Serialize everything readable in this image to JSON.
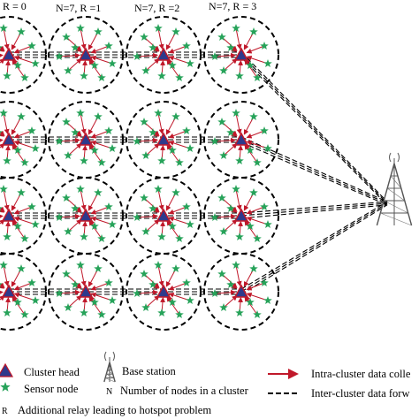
{
  "column_labels": [
    ", R = 0",
    "N=7, R =1",
    "N=7, R =2",
    "N=7, R = 3"
  ],
  "legend": {
    "cluster_head": "Cluster head",
    "sensor_node": "Sensor node",
    "base_station": "Base station",
    "n_letter": "N",
    "n_text": "Number of nodes in a cluster",
    "intra": "Intra-cluster data colle",
    "inter": "Inter-cluster data forw",
    "r_letter": "R",
    "relay": "Additional relay leading to hotspot problem"
  },
  "colors": {
    "cluster_head": "#2e3a8c",
    "cluster_head_outline": "#c0182a",
    "sensor_node": "#27a35a",
    "intra_arrow": "#c0182a",
    "inter_line": "#000000",
    "cluster_border": "#000000"
  },
  "icons": {
    "cluster_head": "triangle-icon",
    "sensor_node": "star-icon",
    "base_station": "tower-icon"
  }
}
